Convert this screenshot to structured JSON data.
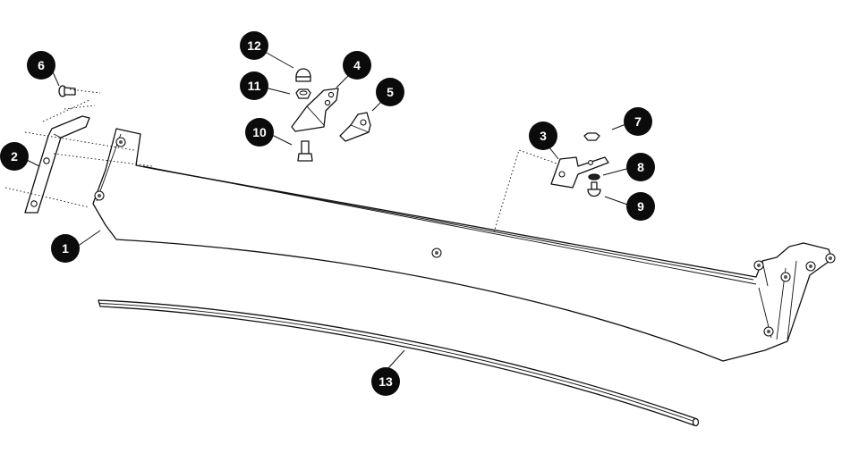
{
  "callouts": [
    {
      "id": "1",
      "label": "1"
    },
    {
      "id": "2",
      "label": "2"
    },
    {
      "id": "3",
      "label": "3"
    },
    {
      "id": "4",
      "label": "4"
    },
    {
      "id": "5",
      "label": "5"
    },
    {
      "id": "6",
      "label": "6"
    },
    {
      "id": "7",
      "label": "7"
    },
    {
      "id": "8",
      "label": "8"
    },
    {
      "id": "9",
      "label": "9"
    },
    {
      "id": "10",
      "label": "10"
    },
    {
      "id": "11",
      "label": "11"
    },
    {
      "id": "12",
      "label": "12"
    },
    {
      "id": "13",
      "label": "13"
    }
  ],
  "colors": {
    "badge": "#0b0b0b",
    "badge_text": "#ffffff",
    "line": "#111111",
    "background": "#ffffff"
  }
}
